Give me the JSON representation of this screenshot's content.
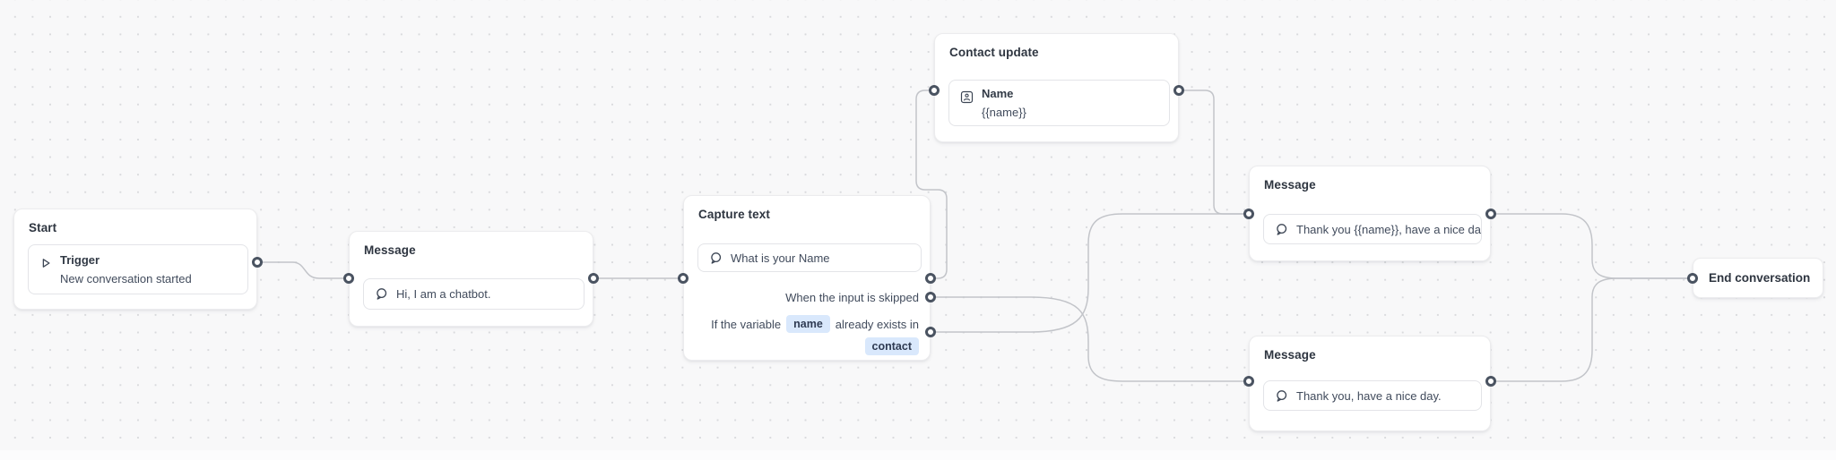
{
  "app": {
    "name": "chatbot-flow-builder-canvas"
  },
  "colors": {
    "canvas_bg": "#f8f8f9",
    "grid_dot": "#d9dadd",
    "edge_line": "#c2c4c9",
    "port_ring": "#4a5361",
    "node_bg": "#ffffff",
    "chip_bg": "#d9e8fc",
    "chip_text": "#2f3b52",
    "title_text": "#2e3540",
    "body_text": "#414b5c"
  },
  "nodes": {
    "start": {
      "title": "Start",
      "trigger_label": "Trigger",
      "trigger_desc": "New conversation started"
    },
    "message_intro": {
      "title": "Message",
      "text": "Hi, I am a chatbot."
    },
    "capture_text": {
      "title": "Capture text",
      "question": "What is your Name",
      "skipped_label": "When the input is skipped",
      "exists_prefix": "If the variable",
      "exists_variable": "name",
      "exists_suffix": "already exists in",
      "exists_scope": "contact"
    },
    "contact_update": {
      "title": "Contact update",
      "field_name": "Name",
      "field_value": "{{name}}"
    },
    "message_thanks_name": {
      "title": "Message",
      "text": "Thank you {{name}}, have a nice day."
    },
    "message_thanks": {
      "title": "Message",
      "text": "Thank you, have a nice day."
    },
    "end": {
      "label": "End conversation"
    }
  }
}
